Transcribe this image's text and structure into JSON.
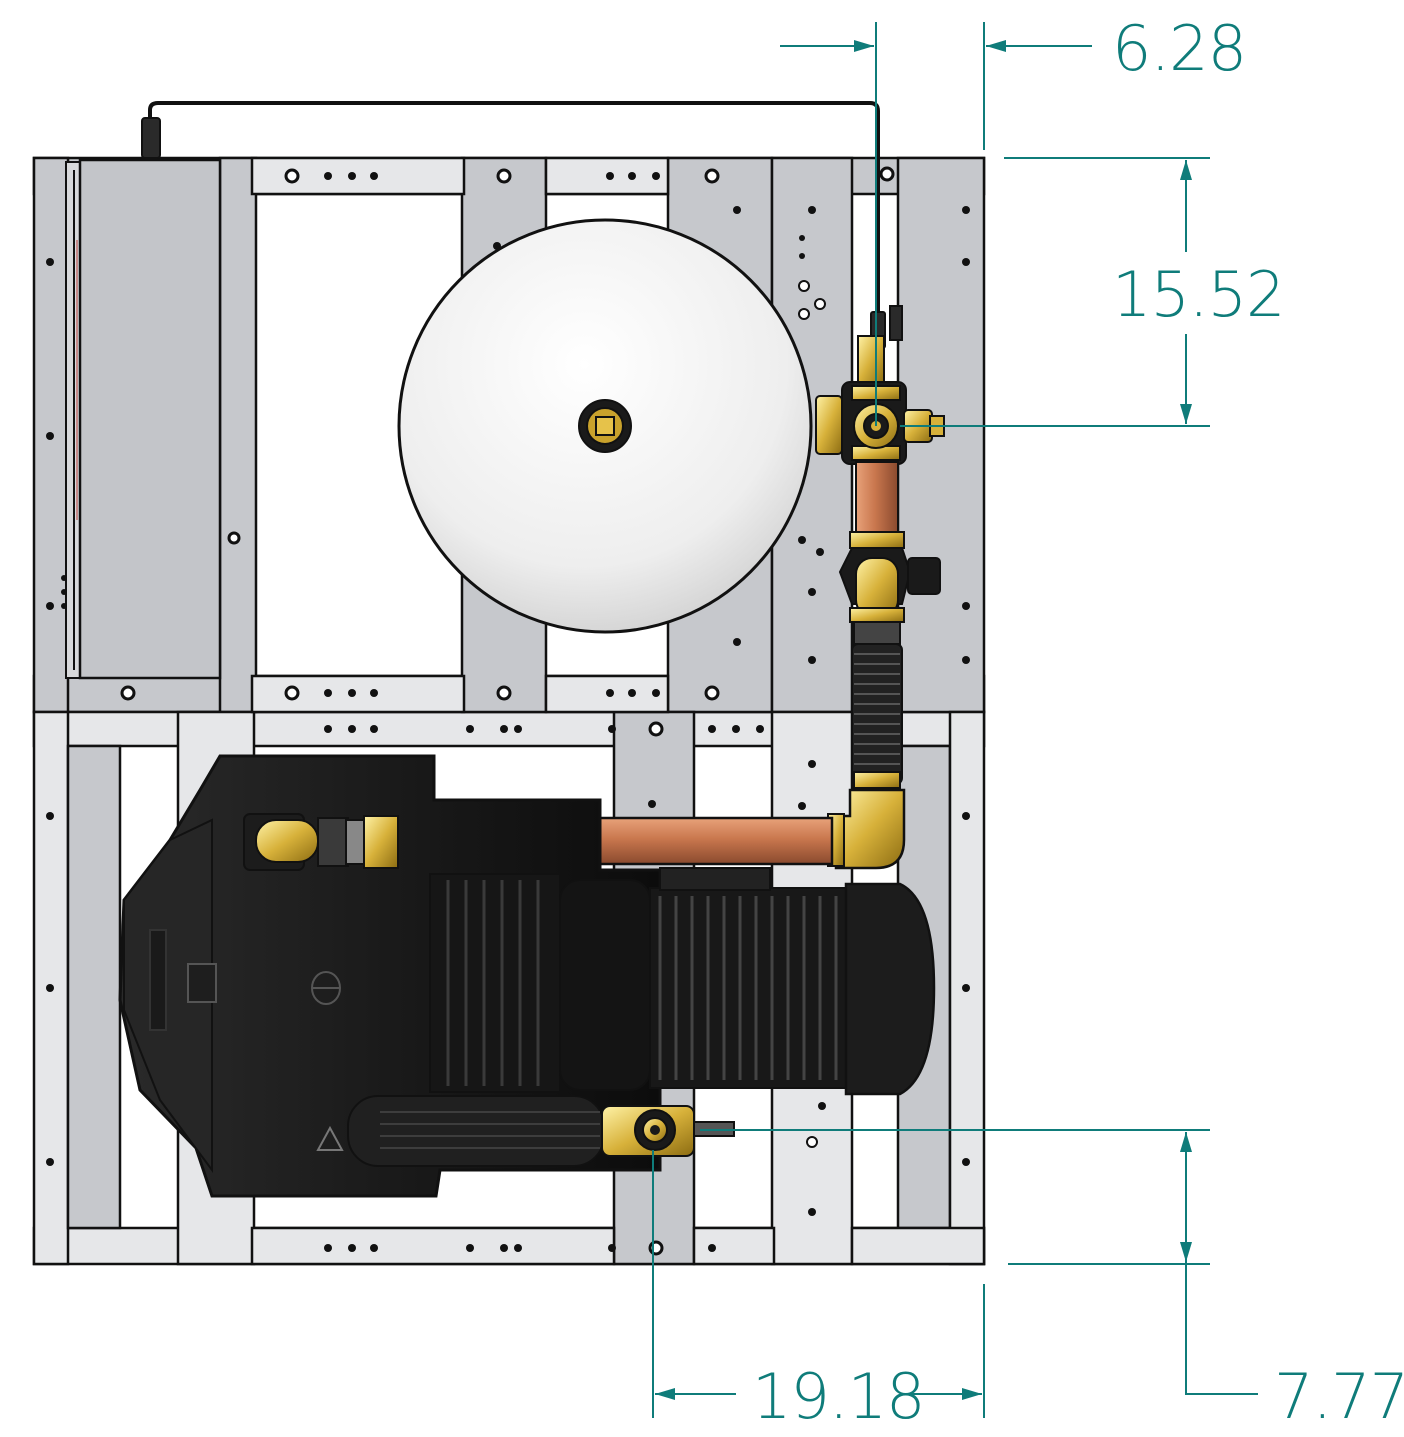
{
  "colors": {
    "dimension": "#0f7c7a",
    "frame_fill": "#c6c8cc",
    "frame_light": "#e6e7e9",
    "outline": "#111111",
    "tank": "#f4f4f4",
    "pump_body": "#1f1f1f",
    "copper": "#c9774e",
    "brass": "#d7b13a"
  },
  "dimensions": {
    "top_horizontal": "6.28",
    "right_upper_vertical": "15.52",
    "bottom_horizontal": "19.18",
    "right_lower_vertical": "7.77"
  },
  "icons": {
    "warning": "warning-triangle-icon"
  }
}
